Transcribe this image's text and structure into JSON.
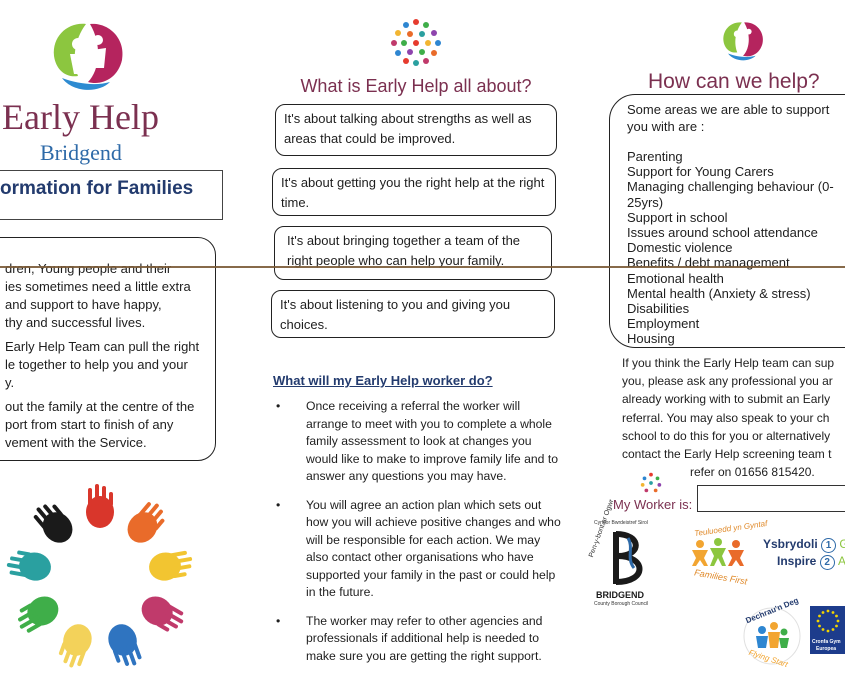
{
  "left": {
    "brand_title": "Early Help",
    "brand_sub": "Bridgend",
    "info_heading": "ormation for Families",
    "paragraphs": [
      [
        "dren, Young people and their",
        "ies sometimes need a little extra",
        "and support to have happy,",
        "thy and successful lives."
      ],
      [
        "Early Help Team can pull the right",
        "le together to help you and your",
        "y."
      ],
      [
        "out the family at the centre of the",
        "port  from start to finish of any",
        "vement with the Service."
      ]
    ]
  },
  "middle": {
    "title": "What is Early Help all about?",
    "boxes": [
      "It's about talking about strengths as well as areas that could be improved.",
      "It's about getting you the right help at the right time.",
      "It's about bringing together a team of the right people who can help your family.",
      "It's about listening to you and giving you choices."
    ],
    "worker_heading": "What  will my Early Help worker do?",
    "bullets": [
      "Once receiving a referral the worker will arrange to meet with you to complete a whole family  assessment to look at changes you would like to make to improve family life and to answer any questions you may have.",
      "You will agree an action plan which sets out how you will achieve positive changes and who will be responsible for each action. We may also contact other organisations who have supported your family in the past or could help in the future.",
      "The worker may refer to other agencies and professionals if additional help is needed to make sure you are getting the right support."
    ]
  },
  "right": {
    "title": "How can we help?",
    "intro": [
      "Some areas we are able to support",
      "you with are :"
    ],
    "areas": [
      "Parenting",
      "Support for Young Carers",
      "Managing challenging behaviour (0-",
      "25yrs)",
      "Support in school",
      "Issues around school attendance",
      "Domestic violence",
      "Benefits / debt management",
      "Emotional health",
      "Mental health (Anxiety & stress)",
      "Disabilities",
      "Employment",
      "Housing"
    ],
    "referral_lines": [
      "If you think the Early Help team can sup",
      "you, please ask any professional you ar",
      "already working with to submit an Early",
      "referral. You may also speak to your ch",
      "school to do this for you or alternatively",
      "contact the Early Help screening team t",
      "refer on 01656 815420."
    ],
    "my_worker_label": "My Worker is:",
    "my_worker_value": "",
    "logos": {
      "bridgend_top": "Cyngor Bwrdeistref Sirol",
      "bridgend_arc": "Pen-y-bont ar Ogwr",
      "bridgend_name": "BRIDGEND",
      "bridgend_sub": "County Borough Council",
      "ff_arc": "Teuluoedd yn Gyntaf",
      "ff_name": "Families First",
      "inspire_cy": "Ysbrydoli",
      "inspire_num1": "1",
      "inspire_frag1": "Gy",
      "inspire_en": "Inspire",
      "inspire_num2": "2",
      "inspire_frag2": "Ac",
      "fs_top": "Dechrau'n Deg",
      "fs_bottom": "Flying Start",
      "eu_line1": "Cronfa Gym",
      "eu_line2": "Europea"
    }
  },
  "colors": {
    "brand_purple": "#7b3050",
    "brand_blue": "#2e6aa8",
    "heading_navy": "#233b6e",
    "crease": "#7a5a36"
  }
}
